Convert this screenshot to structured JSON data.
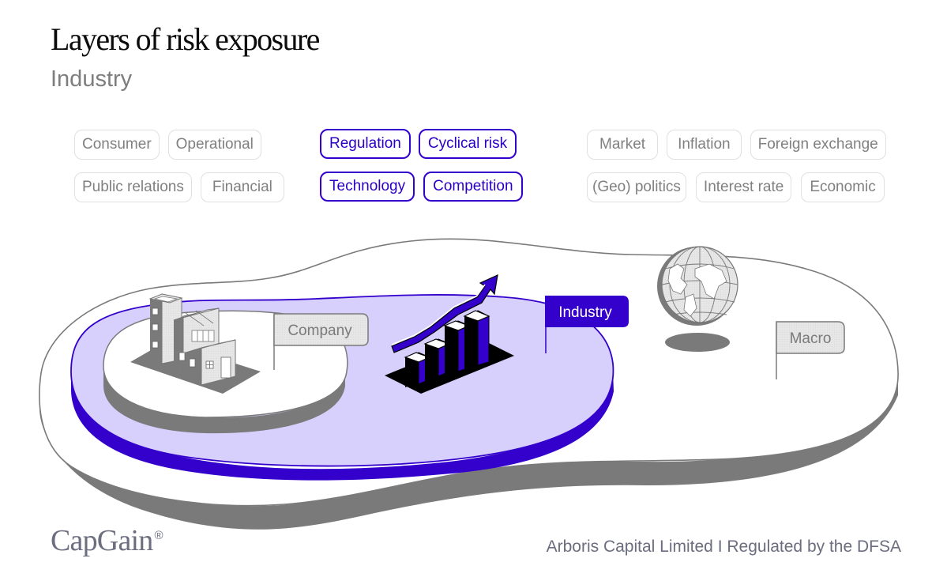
{
  "header": {
    "title": "Layers of risk exposure",
    "subtitle": "Industry"
  },
  "chips": {
    "company": {
      "rows": [
        [
          "Consumer",
          "Operational"
        ],
        [
          "Public relations",
          "Financial"
        ]
      ],
      "active": false
    },
    "industry": {
      "rows": [
        [
          "Regulation",
          "Cyclical risk"
        ],
        [
          "Technology",
          "Competition"
        ]
      ],
      "active": true
    },
    "macro": {
      "rows": [
        [
          "Market",
          "Inflation",
          "Foreign exchange"
        ],
        [
          "(Geo) politics",
          "Interest rate",
          "Economic"
        ]
      ],
      "active": false
    }
  },
  "diagram": {
    "layers": [
      {
        "label": "Company",
        "icon": "building-icon",
        "highlighted": false
      },
      {
        "label": "Industry",
        "icon": "bar-chart-growth-icon",
        "highlighted": true
      },
      {
        "label": "Macro",
        "icon": "globe-icon",
        "highlighted": false
      }
    ]
  },
  "colors": {
    "accent": "#3300cc",
    "accent_light": "#d8d0ff",
    "muted_gray": "#7a7a7a",
    "chip_border": "#e0e0e0"
  },
  "footer": {
    "logo": "CapGain",
    "logo_mark": "®",
    "regulator": "Arboris Capital Limited I Regulated by the DFSA"
  }
}
